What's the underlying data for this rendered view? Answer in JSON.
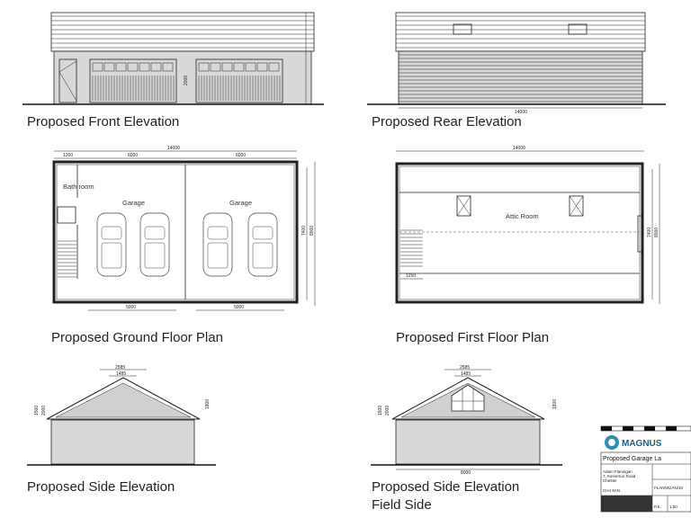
{
  "drawings": {
    "front_elevation": {
      "caption": "Proposed Front Elevation",
      "door_height": "2000"
    },
    "rear_elevation": {
      "caption": "Proposed Rear Elevation",
      "width": "14000"
    },
    "ground_floor": {
      "caption": "Proposed Ground Floor Plan",
      "overall_width": "14000",
      "dims_top": [
        "1200",
        "6000",
        "6000"
      ],
      "dims_bottom": [
        "5000",
        "5000"
      ],
      "dims_right": [
        "7400",
        "8000"
      ],
      "rooms": [
        "Bath room",
        "Garage",
        "Garage"
      ]
    },
    "first_floor": {
      "caption": "Proposed First Floor Plan",
      "overall_width": "14000",
      "stair_dim": "1250",
      "dims_right": [
        "7400",
        "8000"
      ],
      "room": "Attic Room"
    },
    "side_elevation": {
      "caption": "Proposed Side Elevation",
      "dims": [
        "2585",
        "1485",
        "1500",
        "2000",
        "1800"
      ]
    },
    "side_elevation_field": {
      "caption_line1": "Proposed Side Elevation",
      "caption_line2": "Field Side",
      "dims": [
        "2585",
        "1485",
        "1500",
        "2000",
        "1800",
        "8000"
      ]
    }
  },
  "title_block": {
    "logo": "MAGNUS",
    "client": [
      "Adam Flannigan",
      "7, Kinnerton Road",
      "Chester",
      "CH4 9AN"
    ],
    "drawing_title": "Proposed Garage La",
    "drawing_no": "FLANNIGAN/10",
    "drawn_by": "P.E.",
    "scale": "1:50",
    "brand_color": "#2a8fb0"
  }
}
